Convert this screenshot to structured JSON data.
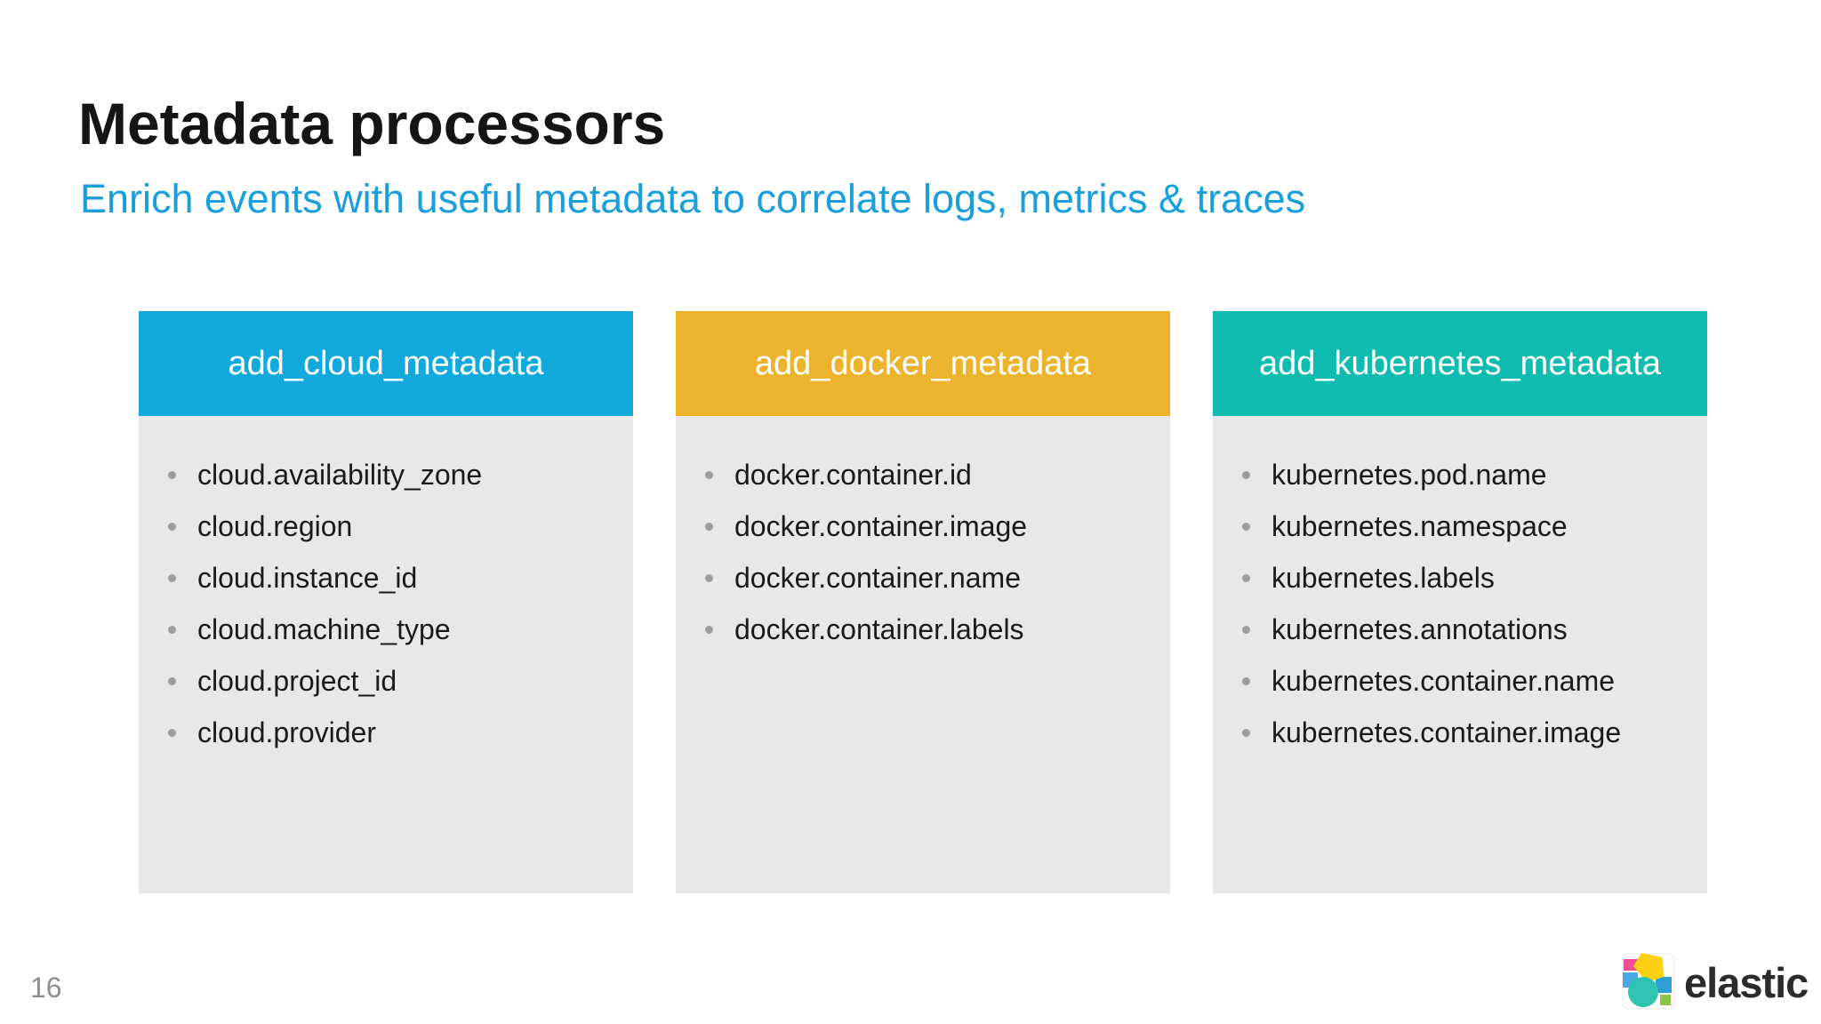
{
  "slide": {
    "title": "Metadata processors",
    "subtitle": "Enrich events with useful metadata to correlate logs, metrics & traces",
    "page_number": "16"
  },
  "colors": {
    "title_text": "#151515",
    "subtitle_accent": "#1a9fdc",
    "card_body_bg": "#e9e8e8",
    "bullet_dot": "#9d9d9d",
    "page_number": "#8d8d8d"
  },
  "cards": [
    {
      "title": "add_cloud_metadata",
      "header_color": "#12a9dc",
      "items": [
        "cloud.availability_zone",
        "cloud.region",
        "cloud.instance_id",
        "cloud.machine_type",
        "cloud.project_id",
        "cloud.provider"
      ]
    },
    {
      "title": "add_docker_metadata",
      "header_color": "#ecb32d",
      "items": [
        "docker.container.id",
        "docker.container.image",
        "docker.container.name",
        "docker.container.labels"
      ]
    },
    {
      "title": "add_kubernetes_metadata",
      "header_color": "#10bcb0",
      "items": [
        "kubernetes.pod.name",
        "kubernetes.namespace",
        "kubernetes.labels",
        "kubernetes.annotations",
        "kubernetes.container.name",
        "kubernetes.container.image"
      ]
    }
  ],
  "footer": {
    "logo_text": "elastic",
    "logo_colors": {
      "pink": "#ef4f98",
      "yellow": "#fdd014",
      "light_blue": "#4aa9e0",
      "blue": "#2f9ed6",
      "teal": "#2fc3b2",
      "green": "#8ac640"
    }
  }
}
